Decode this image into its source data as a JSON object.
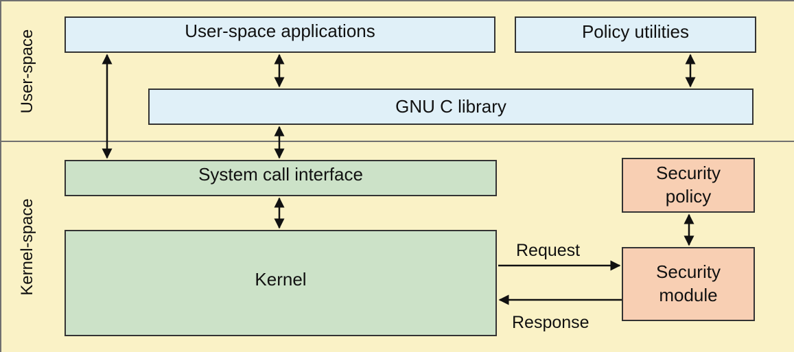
{
  "regions": {
    "user_space": "User-space",
    "kernel_space": "Kernel-space"
  },
  "boxes": {
    "user_apps": "User-space applications",
    "policy_utils": "Policy utilities",
    "glibc": "GNU C library",
    "syscall": "System call interface",
    "kernel": "Kernel",
    "security_policy": [
      "Security",
      "policy"
    ],
    "security_module": [
      "Security",
      "module"
    ]
  },
  "edges": {
    "request": "Request",
    "response": "Response"
  },
  "colors": {
    "background": "#faf2c6",
    "user_box": "#e0f0f8",
    "kernel_box": "#cce2c8",
    "security_box": "#f8cfb3"
  }
}
